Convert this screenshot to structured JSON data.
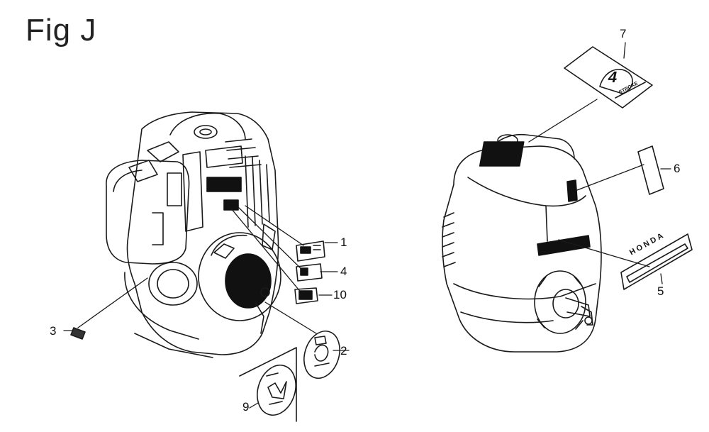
{
  "figure": {
    "title": "Fig J"
  },
  "callouts": [
    {
      "id": "c1",
      "label": "1"
    },
    {
      "id": "c2",
      "label": "2"
    },
    {
      "id": "c3",
      "label": "3"
    },
    {
      "id": "c4",
      "label": "4"
    },
    {
      "id": "c5",
      "label": "5"
    },
    {
      "id": "c6",
      "label": "6"
    },
    {
      "id": "c7",
      "label": "7"
    },
    {
      "id": "c9",
      "label": "9"
    },
    {
      "id": "c10",
      "label": "10"
    }
  ],
  "labels": {
    "brand_text": "HONDA",
    "decal7_text": "4",
    "decal7_sub": "STROKE"
  },
  "colors": {
    "line": "#1a1a1a",
    "fill_dark": "#111111",
    "paper": "#ffffff"
  }
}
